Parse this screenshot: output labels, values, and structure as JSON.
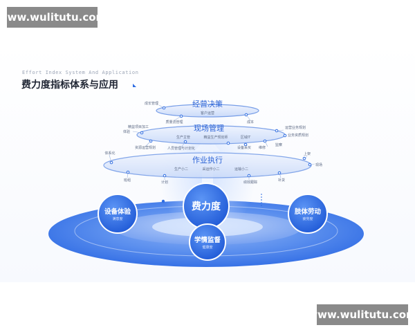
{
  "watermark": {
    "top_left": "www.wulitutu.com",
    "bottom_right": "www.wulitutu.com"
  },
  "header": {
    "subtitle": "Effort Index System And Application",
    "title": "费力度指标体系与应用"
  },
  "levels": {
    "top": {
      "label": "经营决策",
      "sub": "客户运营"
    },
    "middle": {
      "label": "现场管理",
      "sub_items": [
        "生产主管",
        "精益生产规划师",
        "区域IT"
      ]
    },
    "bottom": {
      "label": "作业执行",
      "sub_items": [
        "生产小二",
        "采运作小二",
        "运输小二"
      ]
    }
  },
  "tags": {
    "top_left_upper": "成长管理",
    "top_left_lower": "质量流管理",
    "top_right_upper": "成本",
    "middle_left": [
      "体验",
      "精益项目加工",
      "资源运营规划"
    ],
    "middle_center": "人员管理与计划化",
    "middle_right": [
      "运营业务规划",
      "业务资质规划",
      "监察",
      "设备采买",
      "维修"
    ],
    "bottom_left": [
      "体系化",
      "班组"
    ],
    "bottom_center": [
      "计划",
      "绩效跟踪"
    ],
    "bottom_right": [
      "补货",
      "上架",
      "现场"
    ]
  },
  "circles": {
    "center": {
      "label": "费力度"
    },
    "left": {
      "label": "设备体验",
      "sub": "满意度"
    },
    "right": {
      "label": "肢体劳动",
      "sub": "疲劳度"
    },
    "bottom": {
      "label": "学情监督",
      "sub": "健康度"
    }
  },
  "colors": {
    "accent": "#2f6de2",
    "ring": "#6f98e6",
    "disc": "#3d7ef0",
    "circle": "#2e6be6"
  }
}
